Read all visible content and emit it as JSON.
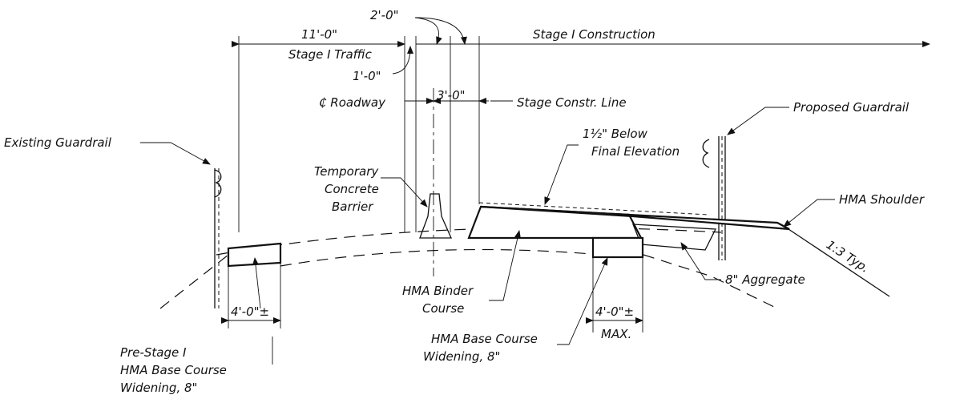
{
  "labels": {
    "stage1_construction": "Stage I Construction",
    "dim_11ft": "11'-0\"",
    "stage1_traffic": "Stage I Traffic",
    "dim_2ft": "2'-0\"",
    "dim_1ft": "1'-0\"",
    "cl_roadway": "₵ Roadway",
    "dim_3ft": "3'-0\"",
    "stage_constr_line": "Stage Constr. Line",
    "proposed_guardrail": "Proposed Guardrail",
    "existing_guardrail": "Existing Guardrail",
    "below_final_1": "1½\" Below",
    "below_final_2": "Final Elevation",
    "temp_barrier_1": "Temporary",
    "temp_barrier_2": "Concrete",
    "temp_barrier_3": "Barrier",
    "hma_shoulder": "HMA Shoulder",
    "slope": "1:3 Typ.",
    "aggregate": "8\" Aggregate",
    "binder_1": "HMA Binder",
    "binder_2": "Course",
    "dim_4ft_left": "4'-0\"±",
    "dim_4ft_right": "4'-0\"±",
    "max": "MAX.",
    "base_widening_1": "HMA Base Course",
    "base_widening_2": "Widening, 8\"",
    "prestage_1": "Pre-Stage I",
    "prestage_2": "HMA Base Course",
    "prestage_3": "Widening, 8\""
  }
}
